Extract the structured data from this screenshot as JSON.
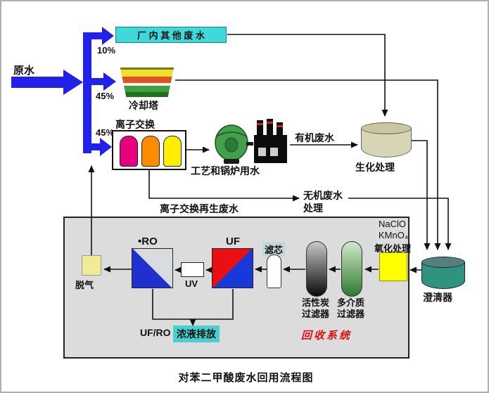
{
  "title": "对苯二甲酸废水回用流程图",
  "labels": {
    "raw_water": "原水",
    "other_wastewater": "厂 内 其 他  废 水",
    "pct10": "10%",
    "pct45_cooling": "45%",
    "pct45_ion": "45%",
    "cooling_tower": "冷却塔",
    "ion_exchange": "离子交换",
    "process_boiler_water": "工艺和锅炉用水",
    "organic_wastewater": "有机废水",
    "biochemical_treatment": "生化处理",
    "ion_regen_wastewater": "离子交换再生废水",
    "inorganic_line1": "无机废水",
    "inorganic_line2": "处理",
    "clarifier": "澄清器",
    "naclo": "NaClO",
    "kmno4": "KMnO₄",
    "oxidation": "氧化处理",
    "multimedia_line1": "多介质",
    "multimedia_line2": "过滤器",
    "carbon_line1": "活性炭",
    "carbon_line2": "过滤器",
    "filter_cartridge": "滤芯",
    "uf": "UF",
    "uv": "UV",
    "ro": "•RO",
    "degas": "脱气",
    "uf_ro": "UF/RO",
    "concentrate_discharge": "浓液排放",
    "recovery_system": "回收系统"
  },
  "colors": {
    "flow_arrow": "#2121ea",
    "other_wastewater_bg": "#3fd9d9",
    "concentrate_bg": "#49cfcf",
    "recovery_text": "#e01010",
    "oxidation_bg": "#ffff00",
    "degas_bg": "#f0ec96",
    "recovery_panel_bg": "#dcdcdc",
    "ion_columns": [
      "#e6007e",
      "#ff8c00",
      "#ffee00"
    ],
    "uf_split": [
      "#e81010",
      "#1838d8"
    ],
    "ro_split": [
      "#2030cf",
      "#d8dce0"
    ],
    "biochem_cylinder": "#d8d4b6",
    "clarifier_cylinder": "#2f9380"
  }
}
